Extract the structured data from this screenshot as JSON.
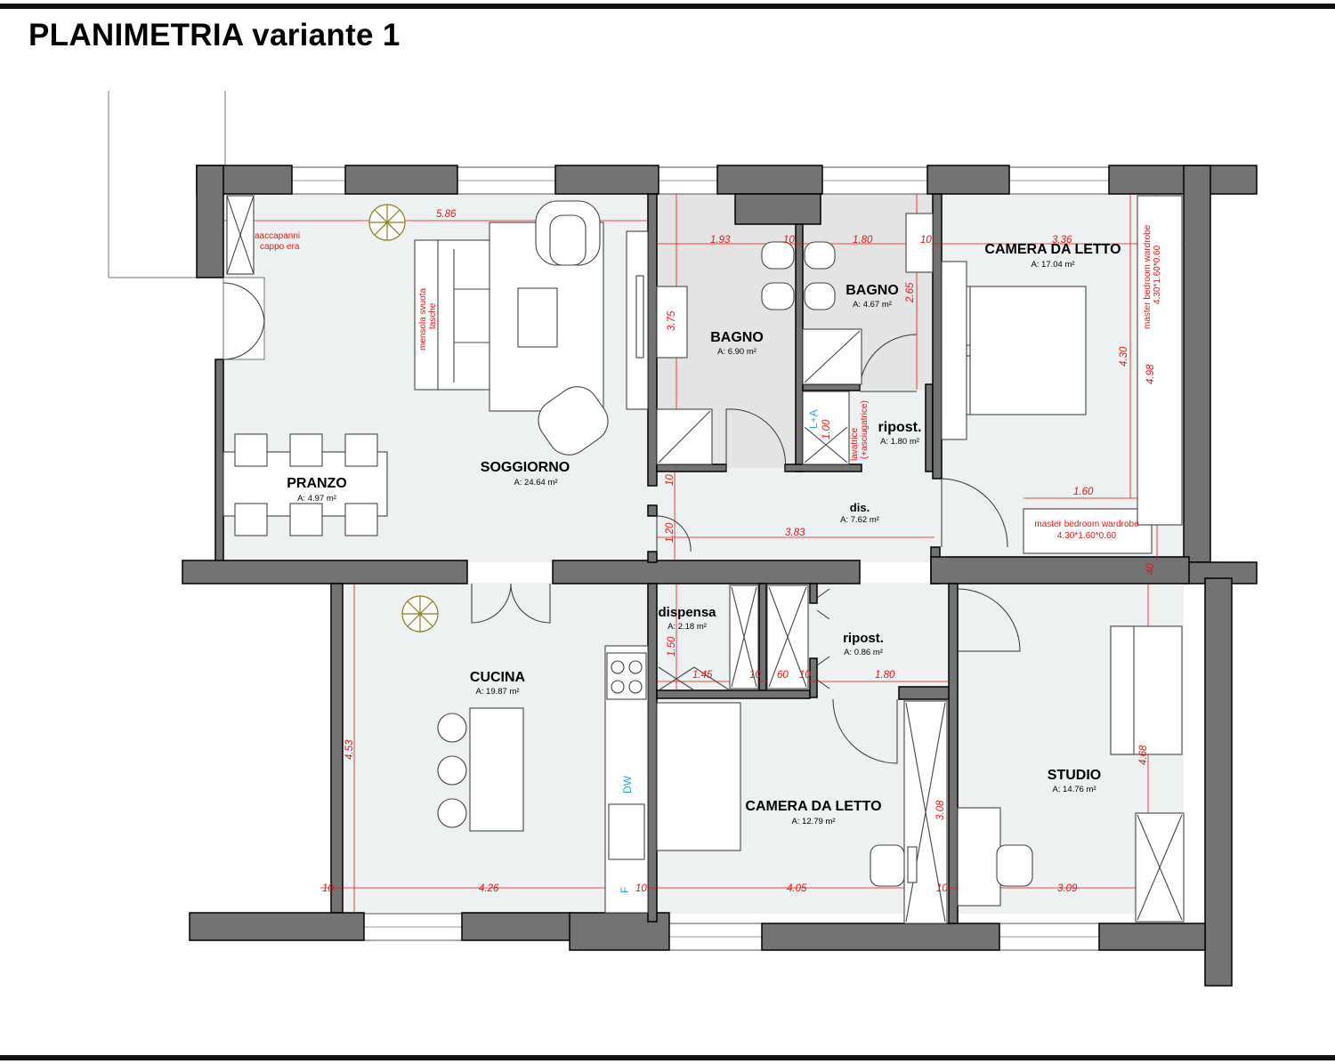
{
  "title": "PLANIMETRIA variante 1",
  "rooms": {
    "soggiorno": {
      "name": "SOGGIORNO",
      "area": "A: 24.64 m²"
    },
    "pranzo": {
      "name": "PRANZO",
      "area": "A: 4.97 m²"
    },
    "bagno1": {
      "name": "BAGNO",
      "area": "A: 6.90 m²"
    },
    "bagno2": {
      "name": "BAGNO",
      "area": "A: 4.67 m²"
    },
    "camera1": {
      "name": "CAMERA DA LETTO",
      "area": "A: 17.04 m²"
    },
    "ripost1": {
      "name": "ripost.",
      "area": "A: 1.80 m²"
    },
    "dis": {
      "name": "dis.",
      "area": "A: 7.62 m²"
    },
    "cucina": {
      "name": "CUCINA",
      "area": "A: 19.87 m²"
    },
    "dispensa": {
      "name": "dispensa",
      "area": "A: 2.18 m²"
    },
    "ripost2": {
      "name": "ripost.",
      "area": "A: 0.86 m²"
    },
    "camera2": {
      "name": "CAMERA DA LETTO",
      "area": "A: 12.79 m²"
    },
    "studio": {
      "name": "STUDIO",
      "area": "A: 14.76 m²"
    }
  },
  "notes": {
    "coat_rack_1": "aaccapanni",
    "coat_rack_2": "cappo era",
    "shelf_1": "mensola svuota",
    "shelf_2": "tasche",
    "wardrobe_vertical_1": "master bedroom wardrobe",
    "wardrobe_vertical_2": "4.30*1.60*0.60",
    "wardrobe_box_1": "master bedroom wardrobe",
    "wardrobe_box_2": "4.30*1.60*0.60",
    "washer_1": "lavatrice",
    "washer_2": "(+asciugatrice)"
  },
  "appliances": {
    "washer_dryer": "L+A",
    "dishwasher": "DW",
    "fridge": "F"
  },
  "dimensions": {
    "d_586": "5.86",
    "d_193": "1.93",
    "d_10a": "10",
    "d_180a": "1.80",
    "d_10b": "10",
    "d_336": "3.36",
    "d_375": "3.75",
    "d_265": "2.65",
    "d_100": "1.00",
    "d_430": "4.30",
    "d_498": "4.98",
    "d_160": "1.60",
    "d_10c": "10",
    "d_120": "1.20",
    "d_383": "3.83",
    "d_40": "40",
    "d_150": "1.50",
    "d_145": "1.45",
    "d_10d": "10",
    "d_60": "60",
    "d_10e": "10",
    "d_180b": "1.80",
    "d_453": "4.53",
    "d_468": "4.68",
    "d_308": "3.08",
    "d_10f": "10",
    "d_426": "4.26",
    "d_10g": "10",
    "d_405": "4.05",
    "d_10h": "10",
    "d_309": "3.09"
  },
  "colors": {
    "wall": "#737373",
    "floor": "#edf1f1",
    "bath_floor": "#e4e4e4",
    "dimension": "#e11111",
    "appliance_label": "#2aa7e0"
  }
}
